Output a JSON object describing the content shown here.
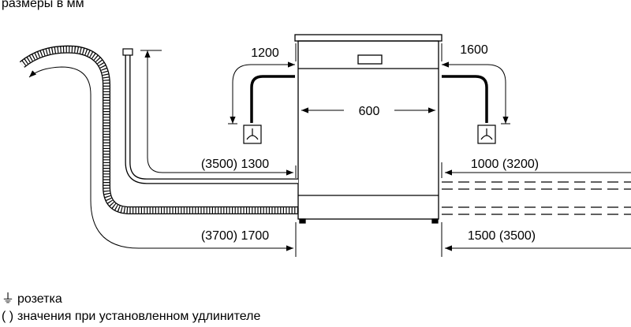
{
  "caption": "размеры в мм",
  "dimensions": {
    "top_left": "1200",
    "top_right": "1600",
    "width": "600",
    "mid_left": "(3500) 1300",
    "mid_right": "1000 (3200)",
    "bottom_left": "(3700) 1700",
    "bottom_right": "1500 (3500)"
  },
  "legend": {
    "socket_symbol": "⏚",
    "socket_label": "розетка",
    "extension_symbol": "( )",
    "extension_label": "значения при установленном удлинителе"
  }
}
